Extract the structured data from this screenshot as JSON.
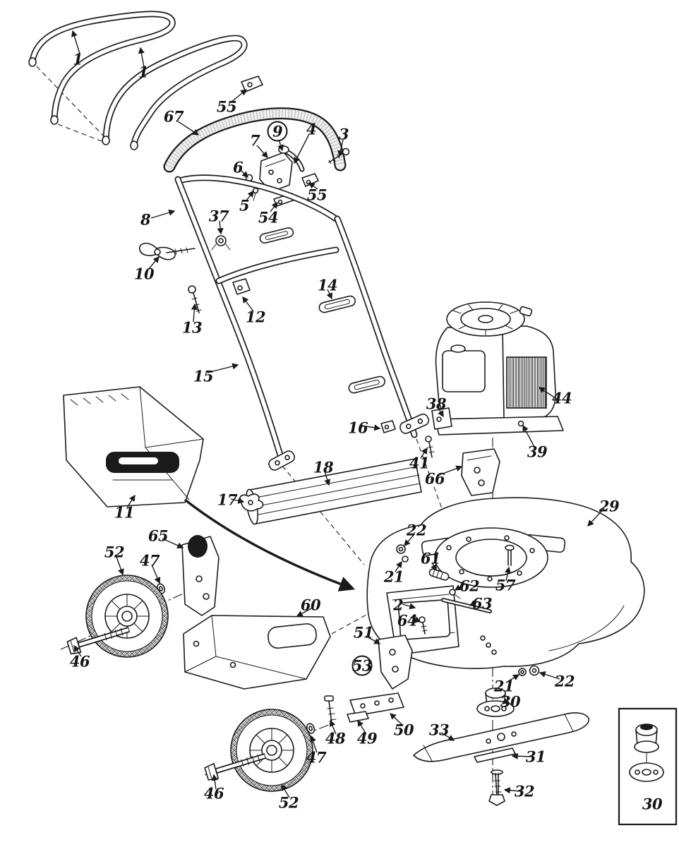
{
  "colors": {
    "ink": "#1a1a1a",
    "paper": "#ffffff"
  },
  "labels": [
    {
      "text": "1"
    },
    {
      "text": "1"
    },
    {
      "text": "55"
    },
    {
      "text": "67"
    },
    {
      "text": "7"
    },
    {
      "text": "9",
      "circled": true
    },
    {
      "text": "4"
    },
    {
      "text": "3"
    },
    {
      "text": "6"
    },
    {
      "text": "5"
    },
    {
      "text": "54"
    },
    {
      "text": "55"
    },
    {
      "text": "8"
    },
    {
      "text": "37"
    },
    {
      "text": "10"
    },
    {
      "text": "13"
    },
    {
      "text": "12"
    },
    {
      "text": "14"
    },
    {
      "text": "15"
    },
    {
      "text": "16"
    },
    {
      "text": "38"
    },
    {
      "text": "44"
    },
    {
      "text": "39"
    },
    {
      "text": "41"
    },
    {
      "text": "66"
    },
    {
      "text": "18"
    },
    {
      "text": "17"
    },
    {
      "text": "11"
    },
    {
      "text": "29"
    },
    {
      "text": "22"
    },
    {
      "text": "21"
    },
    {
      "text": "61"
    },
    {
      "text": "62"
    },
    {
      "text": "57"
    },
    {
      "text": "63"
    },
    {
      "text": "2"
    },
    {
      "text": "64"
    },
    {
      "text": "65"
    },
    {
      "text": "52"
    },
    {
      "text": "47"
    },
    {
      "text": "60"
    },
    {
      "text": "51"
    },
    {
      "text": "53",
      "circled": true
    },
    {
      "text": "46"
    },
    {
      "text": "48"
    },
    {
      "text": "49"
    },
    {
      "text": "50"
    },
    {
      "text": "33"
    },
    {
      "text": "21"
    },
    {
      "text": "22"
    },
    {
      "text": "30"
    },
    {
      "text": "31"
    },
    {
      "text": "32"
    },
    {
      "text": "47"
    },
    {
      "text": "46"
    },
    {
      "text": "52"
    },
    {
      "text": "30"
    }
  ]
}
